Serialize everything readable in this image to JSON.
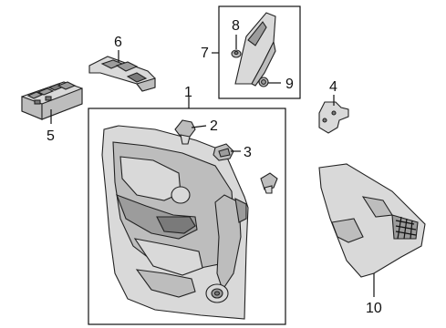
{
  "diagram": {
    "callouts": [
      {
        "id": "1",
        "text": "1"
      },
      {
        "id": "2",
        "text": "2"
      },
      {
        "id": "3",
        "text": "3"
      },
      {
        "id": "4",
        "text": "4"
      },
      {
        "id": "5",
        "text": "5"
      },
      {
        "id": "6",
        "text": "6"
      },
      {
        "id": "7",
        "text": "7"
      },
      {
        "id": "8",
        "text": "8"
      },
      {
        "id": "9",
        "text": "9"
      },
      {
        "id": "10",
        "text": "10"
      }
    ],
    "parts": [
      {
        "callout": "1",
        "name": "door-trim-panel"
      },
      {
        "callout": "2",
        "name": "retainer-clip"
      },
      {
        "callout": "3",
        "name": "bracket-clip"
      },
      {
        "callout": "4",
        "name": "mounting-bracket"
      },
      {
        "callout": "5",
        "name": "power-window-switch"
      },
      {
        "callout": "6",
        "name": "switch-bezel"
      },
      {
        "callout": "7",
        "name": "mirror-cover-group"
      },
      {
        "callout": "8",
        "name": "push-pin-clip"
      },
      {
        "callout": "9",
        "name": "grommet-clip"
      },
      {
        "callout": "10",
        "name": "insulator-panel"
      }
    ]
  }
}
